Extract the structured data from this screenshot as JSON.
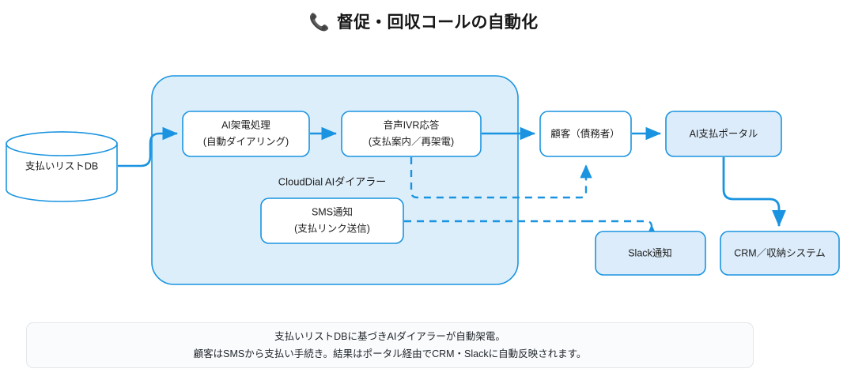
{
  "header": {
    "icon": "telephone-receiver-icon",
    "icon_glyph": "📞",
    "title": "督促・回収コールの自動化",
    "icon_color": "#ea3f8f"
  },
  "colors": {
    "stroke": "#1a94e0",
    "group_fill": "#ddeefb",
    "node_fill_white": "#ffffff",
    "node_fill_blue": "#dcecfa",
    "caption_bg": "#fafbfc",
    "caption_border": "#e3e6ea",
    "text": "#1d1d1d"
  },
  "diagram": {
    "type": "flowchart",
    "datastore": {
      "name": "payment-list-db",
      "label": "支払いリストDB",
      "shape": "cylinder"
    },
    "group": {
      "name": "clouddial-ai-dialer-group",
      "label": "CloudDial AIダイアラー"
    },
    "nodes": [
      {
        "id": "ai-call",
        "label_line1": "AI架電処理",
        "label_line2": "(自動ダイアリング)",
        "fill": "white"
      },
      {
        "id": "voice-ivr",
        "label_line1": "音声IVR応答",
        "label_line2": "(支払案内／再架電)",
        "fill": "white"
      },
      {
        "id": "sms-notice",
        "label_line1": "SMS通知",
        "label_line2": "(支払リンク送信)",
        "fill": "white"
      },
      {
        "id": "customer",
        "label_line1": "顧客（債務者）",
        "label_line2": "",
        "fill": "white"
      },
      {
        "id": "payment-portal",
        "label_line1": "AI支払ポータル",
        "label_line2": "",
        "fill": "blue"
      },
      {
        "id": "slack-notice",
        "label_line1": "Slack通知",
        "label_line2": "",
        "fill": "blue"
      },
      {
        "id": "crm-system",
        "label_line1": "CRM／収納システム",
        "label_line2": "",
        "fill": "blue"
      }
    ],
    "edges": [
      {
        "from": "payment-list-db",
        "to": "ai-call",
        "style": "solid"
      },
      {
        "from": "ai-call",
        "to": "voice-ivr",
        "style": "solid"
      },
      {
        "from": "voice-ivr",
        "to": "customer",
        "style": "solid"
      },
      {
        "from": "customer",
        "to": "payment-portal",
        "style": "solid"
      },
      {
        "from": "payment-portal",
        "to": "crm-system",
        "style": "solid"
      },
      {
        "from": "voice-ivr",
        "to": "customer",
        "style": "dashed"
      },
      {
        "from": "sms-notice",
        "to": "customer",
        "style": "dashed"
      },
      {
        "from": "sms-notice",
        "to": "slack-notice",
        "style": "dashed"
      }
    ]
  },
  "caption": {
    "line1": "支払いリストDBに基づきAIダイアラーが自動架電。",
    "line2": "顧客はSMSから支払い手続き。結果はポータル経由でCRM・Slackに自動反映されます。"
  }
}
